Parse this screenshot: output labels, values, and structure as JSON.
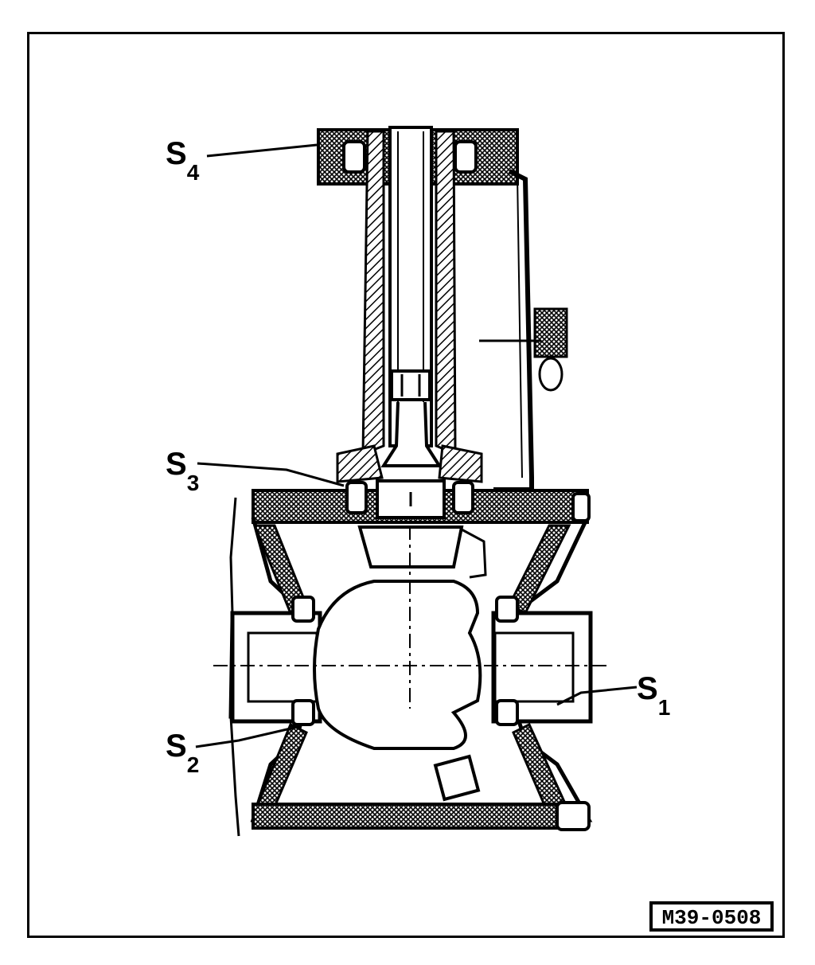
{
  "labels": {
    "s4": {
      "letter": "S",
      "sub": "4"
    },
    "s3": {
      "letter": "S",
      "sub": "3"
    },
    "s2": {
      "letter": "S",
      "sub": "2"
    },
    "s1": {
      "letter": "S",
      "sub": "1"
    }
  },
  "reference_code": "M39-0508",
  "colors": {
    "ink": "#000000",
    "paper": "#ffffff"
  }
}
